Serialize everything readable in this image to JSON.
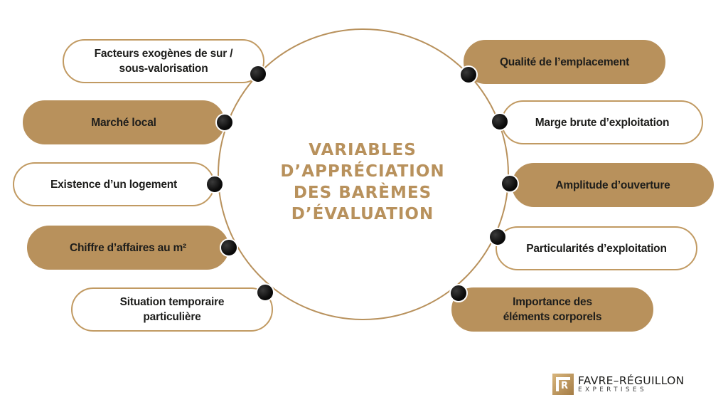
{
  "title": {
    "lines": [
      "VARIABLES",
      "D’APPRÉCIATION",
      "DES BARÈMES",
      "D’ÉVALUATION"
    ],
    "color": "#b8915c"
  },
  "colors": {
    "accent_gold": "#b8915c",
    "outline_gold": "#c19a62",
    "text_dark": "#1d1d1b",
    "node_dot": "#0c0c0c",
    "background": "#ffffff"
  },
  "left_items": [
    {
      "label": "Facteurs exogènes de sur / sous-valorisation",
      "style": "white"
    },
    {
      "label": "Marché local",
      "style": "gold"
    },
    {
      "label": "Existence d’un logement",
      "style": "white"
    },
    {
      "label": "Chiffre d’affaires au m²",
      "style": "gold"
    },
    {
      "label": "Situation temporaire particulière",
      "style": "white"
    }
  ],
  "right_items": [
    {
      "label": "Qualité de l’emplacement",
      "style": "gold"
    },
    {
      "label": "Marge brute d’exploitation",
      "style": "white"
    },
    {
      "label": "Amplitude d’ouverture",
      "style": "gold"
    },
    {
      "label": "Particularités d’exploitation",
      "style": "white"
    },
    {
      "label": "Importance des éléments corporels",
      "style": "gold"
    }
  ],
  "logo": {
    "name": "FAVRE–RÉGUILLON",
    "subtitle": "EXPERTISES",
    "mark_letter": "R"
  }
}
